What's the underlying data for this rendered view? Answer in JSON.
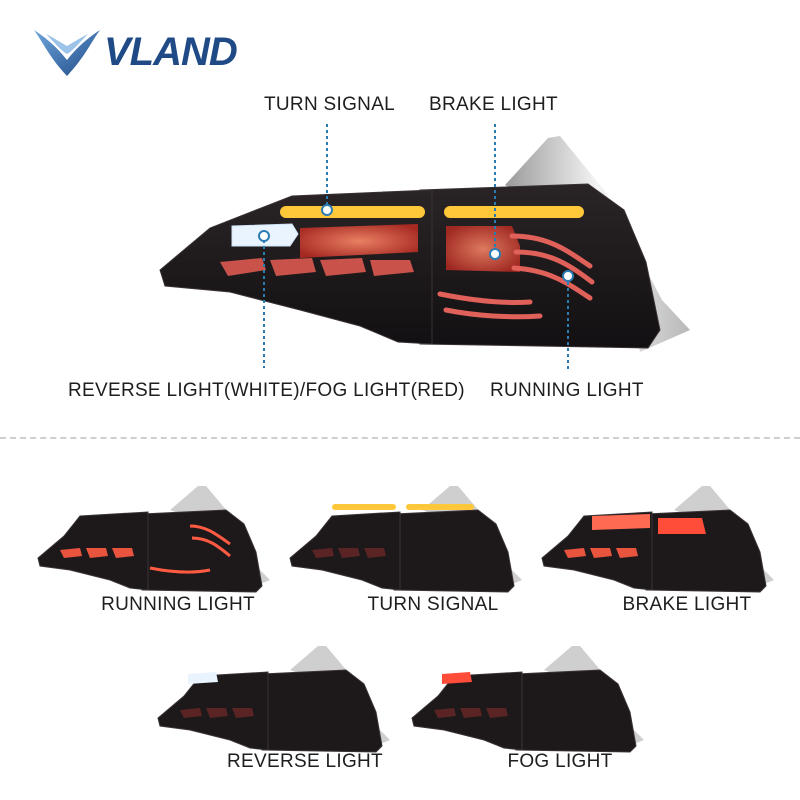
{
  "brand": {
    "name": "VLAND",
    "primary_color": "#1f4a86",
    "accent_color": "#4a7fc0"
  },
  "hero": {
    "callouts": {
      "turn_signal": "TURN SIGNAL",
      "brake_light": "BRAKE LIGHT",
      "reverse_fog": "REVERSE LIGHT(WHITE)/FOG LIGHT(RED)",
      "running_light": "RUNNING LIGHT"
    },
    "leader_color": "#2c7cb4"
  },
  "variants": [
    {
      "label": "RUNNING LIGHT",
      "mode": "running"
    },
    {
      "label": "TURN SIGNAL",
      "mode": "turn"
    },
    {
      "label": "BRAKE LIGHT",
      "mode": "brake"
    },
    {
      "label": "REVERSE LIGHT",
      "mode": "reverse"
    },
    {
      "label": "FOG LIGHT",
      "mode": "fog"
    }
  ],
  "colors": {
    "amber": "#ffc83a",
    "red_glow": "#ff4d3a",
    "dim_red": "#8a2a2a",
    "lens_dark": "#1a1618",
    "chrome": "#d8d8d8",
    "white_light": "#eaf4ff"
  }
}
